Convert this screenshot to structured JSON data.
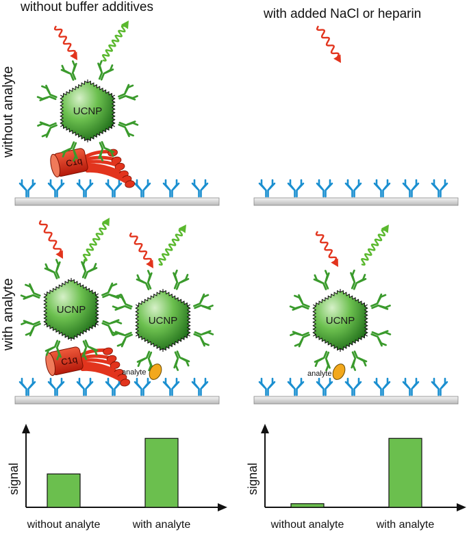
{
  "headers": {
    "left": "without buffer additives",
    "right": "with added NaCl or heparin"
  },
  "row_labels": {
    "top": "without analyte",
    "middle": "with analyte"
  },
  "labels": {
    "ucnp": "UCNP",
    "c1q": "C1q",
    "analyte": "analyte"
  },
  "chart_data": [
    {
      "type": "bar",
      "categories": [
        "without analyte",
        "with analyte"
      ],
      "values": [
        0.46,
        0.95
      ],
      "ylabel": "signal",
      "xlabel": "",
      "ylim": [
        0,
        1
      ]
    },
    {
      "type": "bar",
      "categories": [
        "without analyte",
        "with analyte"
      ],
      "values": [
        0.05,
        0.95
      ],
      "ylabel": "signal",
      "xlabel": "",
      "ylim": [
        0,
        1
      ]
    }
  ],
  "colors": {
    "antibody_surface": "#1a8fd0",
    "antibody_ucnp": "#3a9a2c",
    "ucnp_fill": "#4caf3a",
    "c1q": "#e2341d",
    "excitation_arrow": "#e2341d",
    "emission_arrow": "#5ab82e",
    "bar": "#6bbf4e",
    "analyte": "#f2a81d"
  }
}
